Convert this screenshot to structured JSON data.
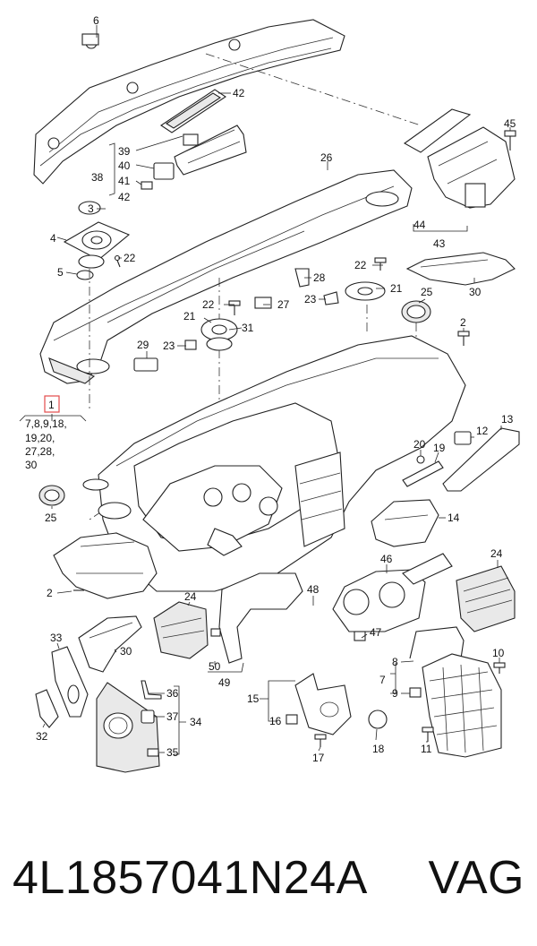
{
  "labels": [
    {
      "id": "6",
      "text": "6"
    },
    {
      "id": "42",
      "text": "42"
    },
    {
      "id": "39",
      "text": "39"
    },
    {
      "id": "40",
      "text": "40"
    },
    {
      "id": "41",
      "text": "41"
    },
    {
      "id": "42b",
      "text": "42"
    },
    {
      "id": "38",
      "text": "38"
    },
    {
      "id": "3",
      "text": "3"
    },
    {
      "id": "4",
      "text": "4"
    },
    {
      "id": "22a",
      "text": "22"
    },
    {
      "id": "5",
      "text": "5"
    },
    {
      "id": "26",
      "text": "26"
    },
    {
      "id": "45",
      "text": "45"
    },
    {
      "id": "44",
      "text": "44"
    },
    {
      "id": "43",
      "text": "43"
    },
    {
      "id": "22b",
      "text": "22"
    },
    {
      "id": "28",
      "text": "28"
    },
    {
      "id": "30a",
      "text": "30"
    },
    {
      "id": "22c",
      "text": "22"
    },
    {
      "id": "27",
      "text": "27"
    },
    {
      "id": "23a",
      "text": "23"
    },
    {
      "id": "21a",
      "text": "21"
    },
    {
      "id": "25a",
      "text": "25"
    },
    {
      "id": "21b",
      "text": "21"
    },
    {
      "id": "31",
      "text": "31"
    },
    {
      "id": "29",
      "text": "29"
    },
    {
      "id": "23b",
      "text": "23"
    },
    {
      "id": "2a",
      "text": "2"
    },
    {
      "id": "1",
      "text": "1"
    },
    {
      "id": "12",
      "text": "12"
    },
    {
      "id": "13",
      "text": "13"
    },
    {
      "id": "20",
      "text": "20"
    },
    {
      "id": "19",
      "text": "19"
    },
    {
      "id": "25b",
      "text": "25"
    },
    {
      "id": "14",
      "text": "14"
    },
    {
      "id": "46",
      "text": "46"
    },
    {
      "id": "24a",
      "text": "24"
    },
    {
      "id": "2b",
      "text": "2"
    },
    {
      "id": "24b",
      "text": "24"
    },
    {
      "id": "48",
      "text": "48"
    },
    {
      "id": "47",
      "text": "47"
    },
    {
      "id": "33",
      "text": "33"
    },
    {
      "id": "30b",
      "text": "30"
    },
    {
      "id": "50",
      "text": "50"
    },
    {
      "id": "49",
      "text": "49"
    },
    {
      "id": "10",
      "text": "10"
    },
    {
      "id": "8",
      "text": "8"
    },
    {
      "id": "7",
      "text": "7"
    },
    {
      "id": "9",
      "text": "9"
    },
    {
      "id": "36",
      "text": "36"
    },
    {
      "id": "15",
      "text": "15"
    },
    {
      "id": "37",
      "text": "37"
    },
    {
      "id": "34",
      "text": "34"
    },
    {
      "id": "16",
      "text": "16"
    },
    {
      "id": "32",
      "text": "32"
    },
    {
      "id": "35",
      "text": "35"
    },
    {
      "id": "17",
      "text": "17"
    },
    {
      "id": "18",
      "text": "18"
    },
    {
      "id": "11",
      "text": "11"
    }
  ],
  "part_1_includes": [
    "7,8,9,18,",
    "19,20,",
    "27,28,",
    "30"
  ],
  "caption": {
    "part_number": "4L1857041N24A",
    "brand": "VAG"
  },
  "highlight_color": "#e24b4b"
}
